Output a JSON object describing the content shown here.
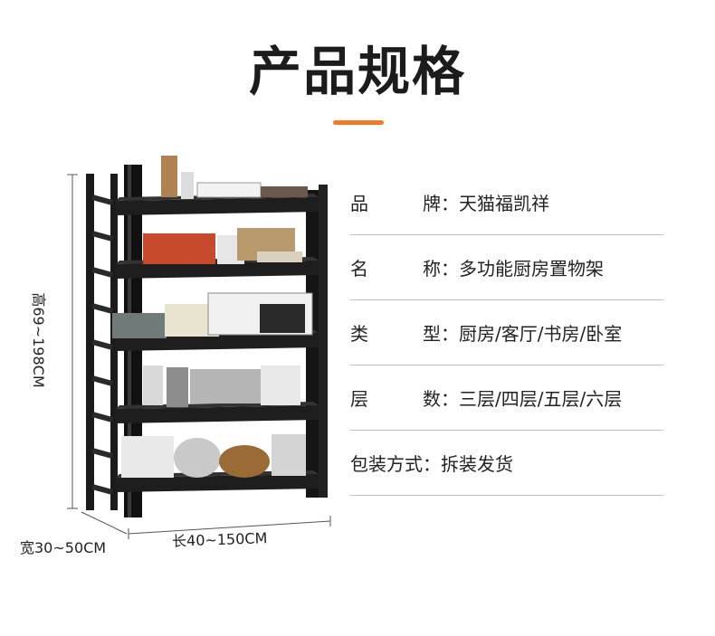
{
  "header": {
    "title": "产品规格",
    "accent_color": "#f07a2a"
  },
  "dimensions": {
    "height": "高69~198CM",
    "depth": "宽30~50CM",
    "length": "长40~150CM"
  },
  "specs": [
    {
      "label_a": "品",
      "label_b": "牌",
      "colon": "：",
      "value": "天猫福凯祥"
    },
    {
      "label_a": "名",
      "label_b": "称",
      "colon": "：",
      "value": "多功能厨房置物架"
    },
    {
      "label_a": "类",
      "label_b": "型",
      "colon": "：",
      "value": "厨房/客厅/书房/卧室"
    },
    {
      "label_a": "层",
      "label_b": "数",
      "colon": "：",
      "value": "三层/四层/五层/六层"
    },
    {
      "label_full": "包装方式",
      "colon": "：",
      "value": "拆装发货"
    }
  ]
}
